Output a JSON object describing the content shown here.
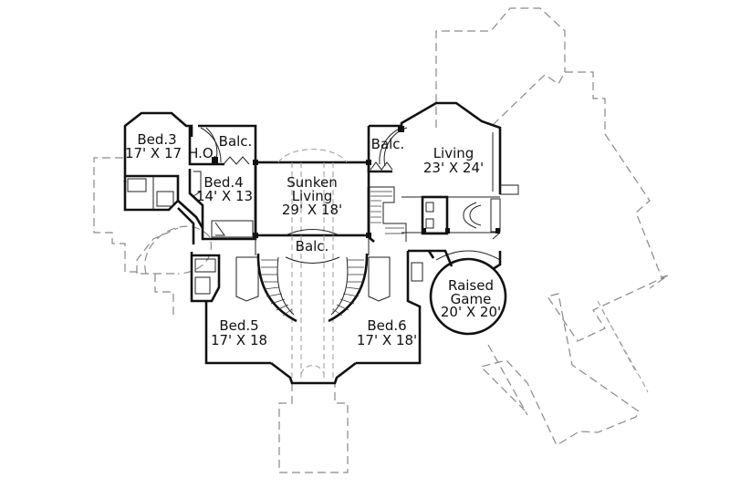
{
  "diagram": {
    "type": "floor-plan",
    "rooms": [
      {
        "id": "bed3",
        "name": "Bed.3",
        "dims": "17' X 17"
      },
      {
        "id": "ho",
        "name": "H.O.",
        "dims": ""
      },
      {
        "id": "balc-left",
        "name": "Balc.",
        "dims": ""
      },
      {
        "id": "bed4",
        "name": "Bed.4",
        "dims": "14' X 13"
      },
      {
        "id": "sunken-living",
        "name": "Sunken",
        "name2": "Living",
        "dims": "29' X 18'"
      },
      {
        "id": "balc-right",
        "name": "Balc.",
        "dims": ""
      },
      {
        "id": "living",
        "name": "Living",
        "dims": "23' X 24'"
      },
      {
        "id": "balc-center",
        "name": "Balc.",
        "dims": ""
      },
      {
        "id": "bed5",
        "name": "Bed.5",
        "dims": "17' X 18"
      },
      {
        "id": "bed6",
        "name": "Bed.6",
        "dims": "17' X 18'"
      },
      {
        "id": "raised-game",
        "name": "Raised",
        "name2": "Game",
        "dims": "20' X 20'"
      }
    ],
    "colors": {
      "wall": "#111111",
      "dashed_outline": "#8a8a8a",
      "background": "#ffffff"
    }
  }
}
